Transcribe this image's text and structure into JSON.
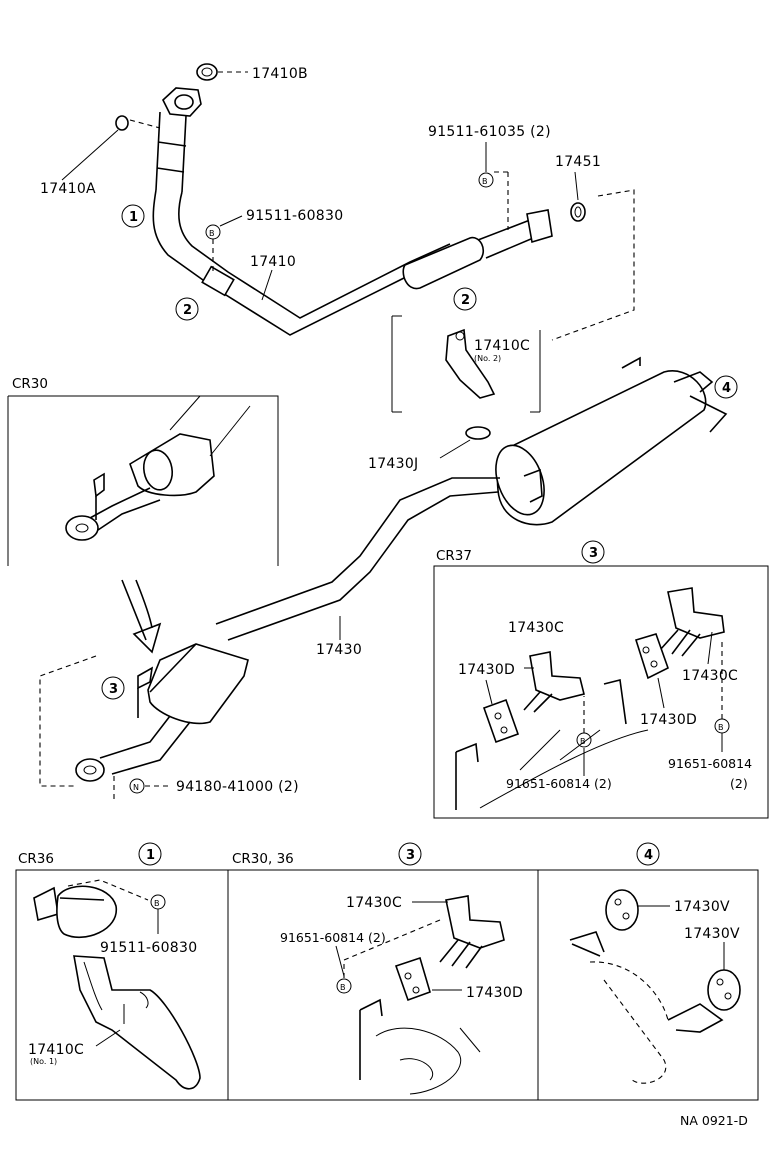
{
  "footer_code": "NA  0921-D",
  "main": {
    "callouts": {
      "p_17410B": "17410B",
      "p_17410A": "17410A",
      "p_91511_61035": "91511-61035 (2)",
      "p_17451": "17451",
      "p_91511_60830": "91511-60830",
      "p_17410": "17410",
      "p_17410C": "17410C",
      "p_17410C_note": "(No. 2)",
      "p_17430J": "17430J",
      "p_17430": "17430",
      "p_94180": "94180-41000 (2)"
    },
    "markers": {
      "one": "1",
      "two_a": "2",
      "two_b": "2",
      "three": "3",
      "four": "4",
      "B": "B",
      "N": "N"
    }
  },
  "insets": {
    "cr30_top": {
      "label": "CR30"
    },
    "cr37": {
      "label": "CR37",
      "marker": "3",
      "callouts": {
        "c_17430C_a": "17430C",
        "c_17430D_a": "17430D",
        "c_17430C_b": "17430C",
        "c_17430D_b": "17430D",
        "c_91651_a": "91651-60814 (2)",
        "c_91651_b": "91651-60814",
        "c_91651_b_qty": "(2)"
      }
    },
    "cr36": {
      "label": "CR36",
      "marker": "1",
      "callouts": {
        "c_91511": "91511-60830",
        "c_17410C": "17410C",
        "c_17410C_note": "(No. 1)"
      }
    },
    "cr30_36": {
      "label": "CR30, 36",
      "marker": "3",
      "callouts": {
        "c_17430C": "17430C",
        "c_91651": "91651-60814 (2)",
        "c_17430D": "17430D"
      }
    },
    "hanger4": {
      "marker": "4",
      "callouts": {
        "c_17430V_a": "17430V",
        "c_17430V_b": "17430V"
      }
    }
  }
}
